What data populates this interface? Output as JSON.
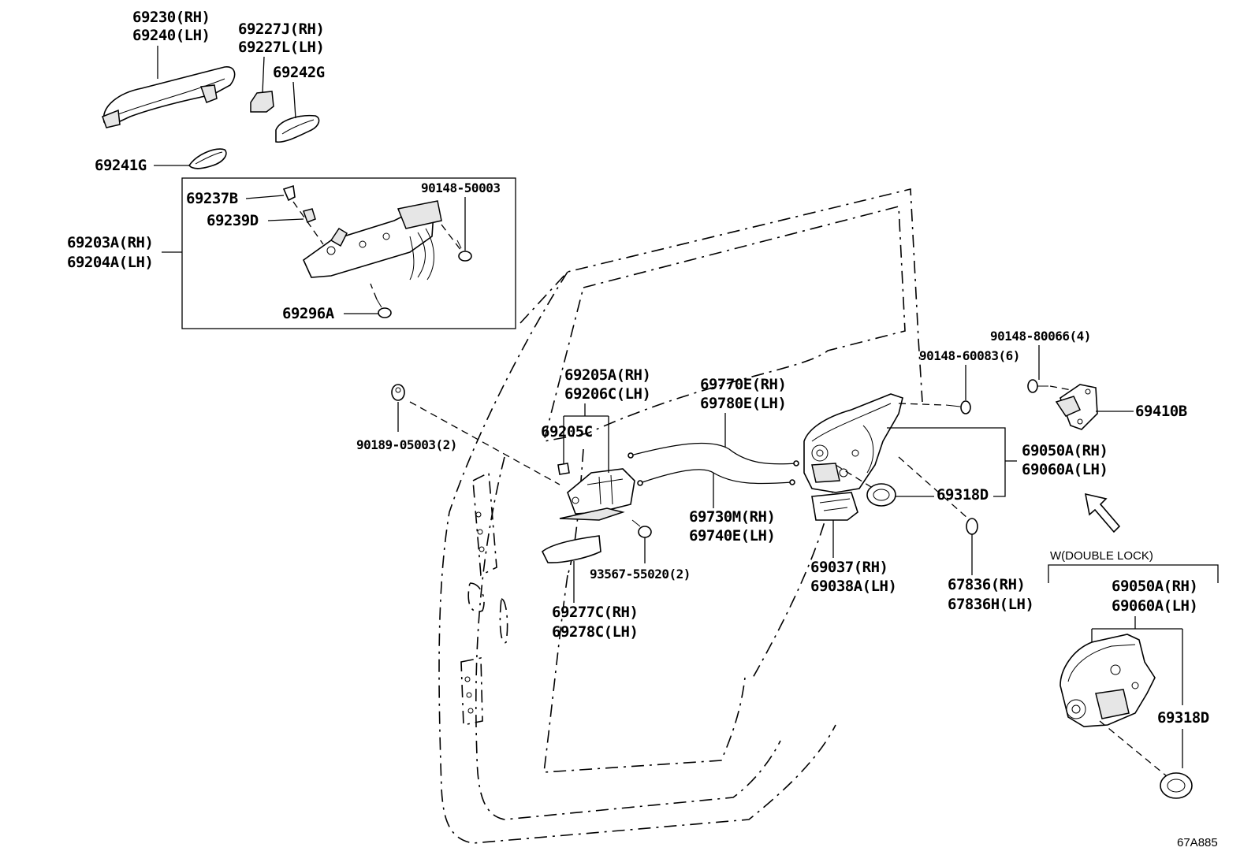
{
  "labels": {
    "handle_outer_rh": "69230(RH)",
    "handle_outer_lh": "69240(LH)",
    "cover_rh": "69227J(RH)",
    "cover_lh": "69227L(LH)",
    "pad_242g": "69242G",
    "pad_241g": "69241G",
    "frame_rh": "69203A(RH)",
    "frame_lh": "69204A(LH)",
    "part_237b": "69237B",
    "part_239d": "69239D",
    "screw_50003": "90148-50003",
    "screw_296a": "69296A",
    "clip_05003": "90189-05003(2)",
    "inner_handle_rh": "69205A(RH)",
    "inner_handle_lh": "69206C(LH)",
    "part_205c": "69205C",
    "screw_55020": "93567-55020(2)",
    "bezel_rh": "69277C(RH)",
    "bezel_lh": "69278C(LH)",
    "cable_770e_rh": "69770E(RH)",
    "cable_780e_lh": "69780E(LH)",
    "cable_730m_rh": "69730M(RH)",
    "cable_740e_lh": "69740E(LH)",
    "screw_60083": "90148-60083(6)",
    "screw_80066": "90148-80066(4)",
    "striker_410b": "69410B",
    "lock_rh": "69050A(RH)",
    "lock_lh": "69060A(LH)",
    "seal_318d": "69318D",
    "protector_rh": "69037(RH)",
    "protector_lh": "69038A(LH)",
    "grommet_rh": "67836(RH)",
    "grommet_lh": "67836H(LH)",
    "double_lock_note": "W(DOUBLE LOCK)",
    "inset_lock_rh": "69050A(RH)",
    "inset_lock_lh": "69060A(LH)",
    "inset_seal_318d": "69318D",
    "diagram_code": "67A885"
  }
}
